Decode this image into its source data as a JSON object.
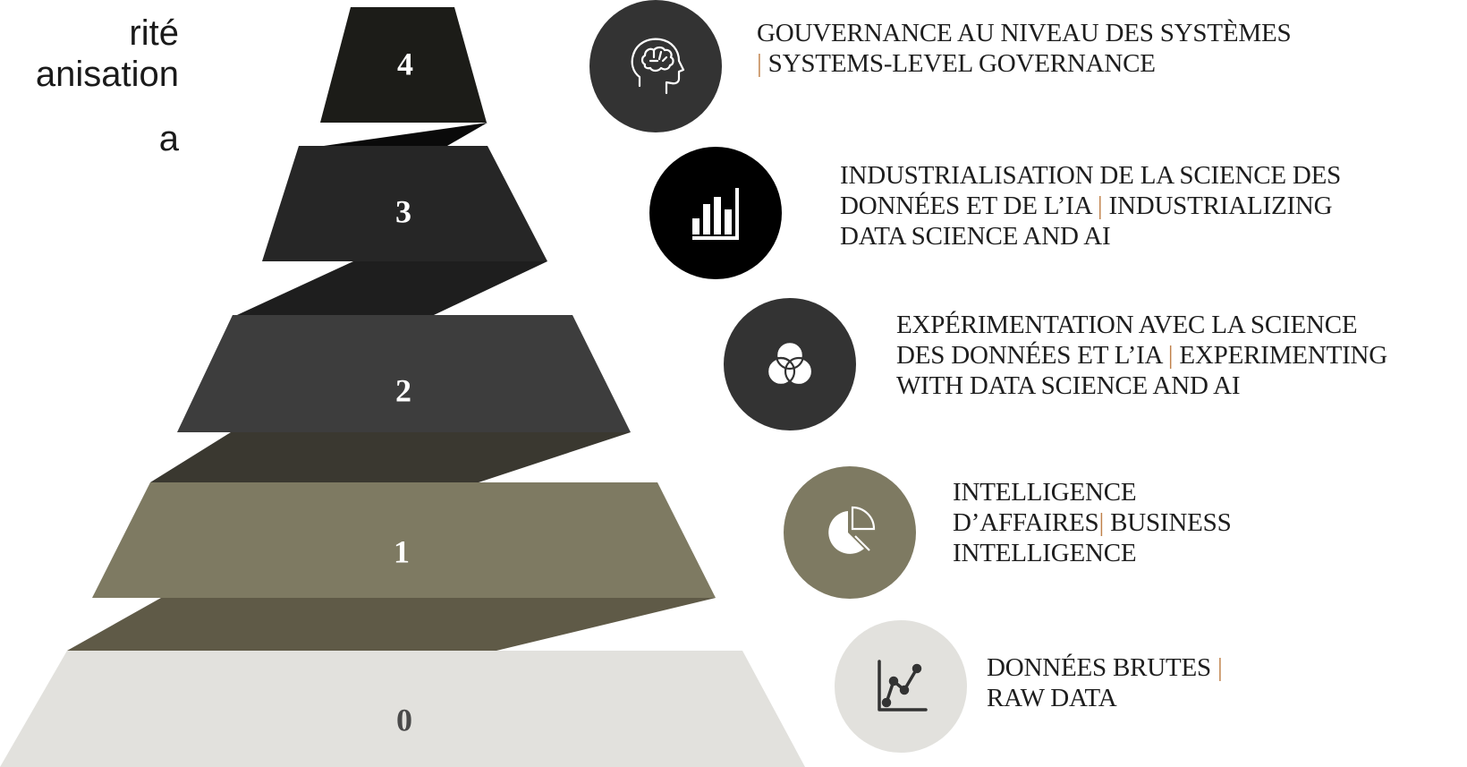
{
  "heading": {
    "lines": [
      "rité",
      "anisation",
      "a"
    ]
  },
  "colors": {
    "level4": "#1c1c18",
    "level3": "#262626",
    "level2": "#3d3d3d",
    "level1": "#7e7a62",
    "level0": "#e2e1dd",
    "accent_separator": "#c0814a"
  },
  "levels": [
    {
      "number": "4",
      "icon": "brain-head-icon",
      "circle_color": "#333333",
      "lines": [
        "GOUVERNANCE  AU NIVEAU DES SYSTÈMES",
        "SYSTEMS-LEVEL GOVERNANCE"
      ],
      "separator_before_line": 1
    },
    {
      "number": "3",
      "icon": "bar-chart-icon",
      "circle_color": "#000000",
      "lines": [
        "INDUSTRIALISATION DE LA SCIENCE DES",
        "DONNÉES ET DE L’IA",
        "INDUSTRIALIZING",
        "DATA SCIENCE AND AI"
      ]
    },
    {
      "number": "2",
      "icon": "venn-diagram-icon",
      "circle_color": "#333333",
      "lines": [
        "EXPÉRIMENTATION AVEC LA SCIENCE",
        "DES DONNÉES ET L’IA",
        "EXPERIMENTING",
        "WITH DATA SCIENCE AND AI"
      ]
    },
    {
      "number": "1",
      "icon": "pie-chart-icon",
      "circle_color": "#7e7a62",
      "lines": [
        "INTELLIGENCE",
        "D’AFFAIRES",
        "BUSINESS",
        "INTELLIGENCE"
      ]
    },
    {
      "number": "0",
      "icon": "line-graph-icon",
      "circle_color": "#e2e1dd",
      "lines": [
        "DONNÉES BRUTES",
        "RAW DATA"
      ]
    }
  ],
  "separator": "|"
}
